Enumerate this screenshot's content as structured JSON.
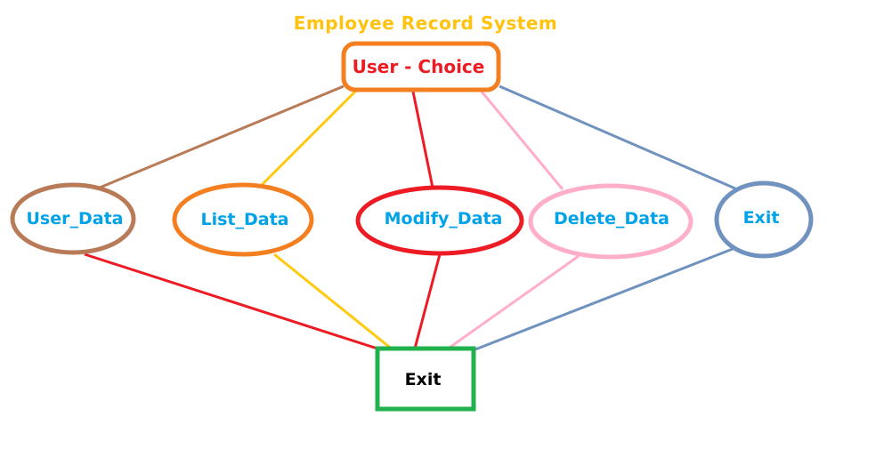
{
  "title": "Employee Record System",
  "root": {
    "label": "User - Choice",
    "border_color": "#f47f20",
    "text_color": "#ed1c24"
  },
  "options": [
    {
      "id": "user-data",
      "label": "User_Data",
      "color": "#b97a57"
    },
    {
      "id": "list-data",
      "label": "List_Data",
      "color": "#f47f20"
    },
    {
      "id": "modify-data",
      "label": "Modify_Data",
      "color": "#ed1c24"
    },
    {
      "id": "delete-data",
      "label": "Delete_Data",
      "color": "#ffaec9"
    },
    {
      "id": "exit",
      "label": "Exit",
      "color": "#7092be"
    }
  ],
  "connectors_top": [
    {
      "from": "root",
      "to": "user-data",
      "color": "#b97a57"
    },
    {
      "from": "root",
      "to": "list-data",
      "color": "#ffc90e"
    },
    {
      "from": "root",
      "to": "modify-data",
      "color": "#ed1c24"
    },
    {
      "from": "root",
      "to": "delete-data",
      "color": "#ffaec9"
    },
    {
      "from": "root",
      "to": "exit",
      "color": "#7092be"
    }
  ],
  "connectors_bottom": [
    {
      "from": "user-data",
      "to": "final-exit",
      "color": "#ed1c24"
    },
    {
      "from": "list-data",
      "to": "final-exit",
      "color": "#ffc90e"
    },
    {
      "from": "modify-data",
      "to": "final-exit",
      "color": "#ed1c24"
    },
    {
      "from": "delete-data",
      "to": "final-exit",
      "color": "#ffaec9"
    },
    {
      "from": "exit",
      "to": "final-exit",
      "color": "#7092be"
    }
  ],
  "final_exit": {
    "label": "Exit",
    "border_color": "#22b14c"
  },
  "title_color": "#ffc20e",
  "label_color": "#00a2e8"
}
